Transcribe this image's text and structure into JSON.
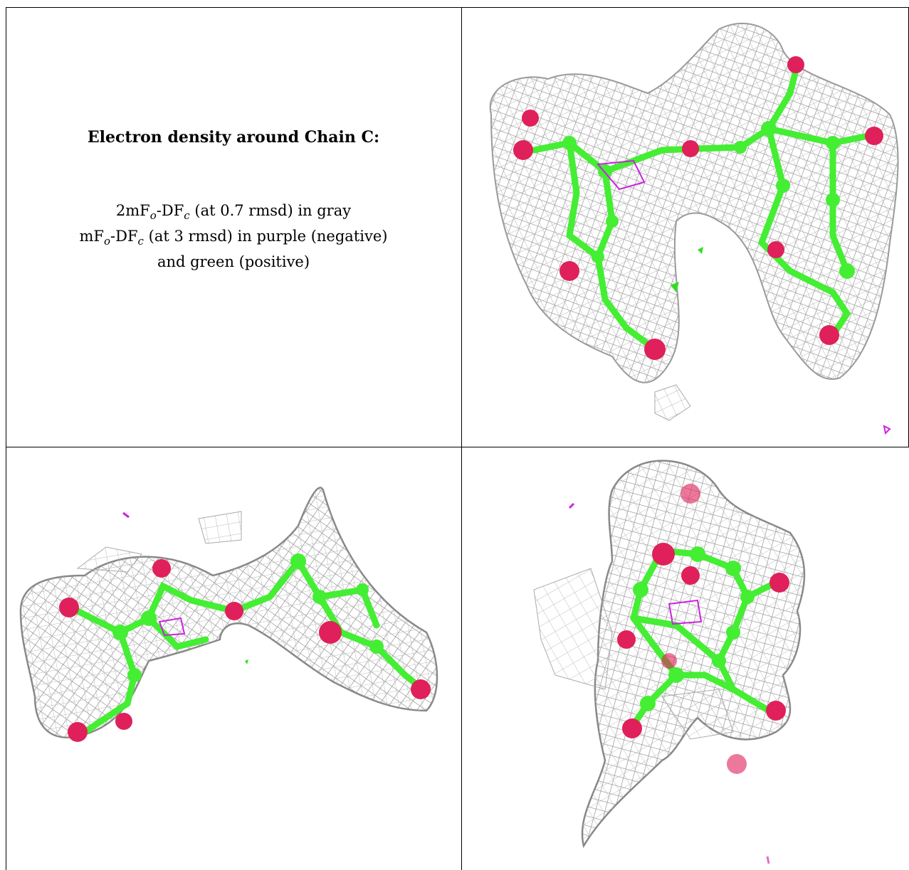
{
  "caption": {
    "title": "Electron density around Chain C:",
    "line1": {
      "pre": "2mF",
      "o": "o",
      "mid": "-DF",
      "c": "c",
      "post": " (at 0.7 rmsd) in gray"
    },
    "line2": {
      "pre": "mF",
      "o": "o",
      "mid": "-DF",
      "c": "c",
      "post": " (at 3 rmsd) in purple (negative)"
    },
    "line3": "and green (positive)"
  },
  "colors": {
    "mesh": "#9a9a9a",
    "carbon": "#44ee33",
    "oxygen": "#e0205a",
    "negative": "#cc22dd",
    "positive": "#33dd22"
  },
  "panels": [
    {
      "id": "top-right",
      "view": "side view of disaccharide with density mesh"
    },
    {
      "id": "bottom-left",
      "view": "rotated view of disaccharide with density mesh"
    },
    {
      "id": "bottom-right",
      "view": "end-on view of disaccharide with density mesh"
    }
  ]
}
